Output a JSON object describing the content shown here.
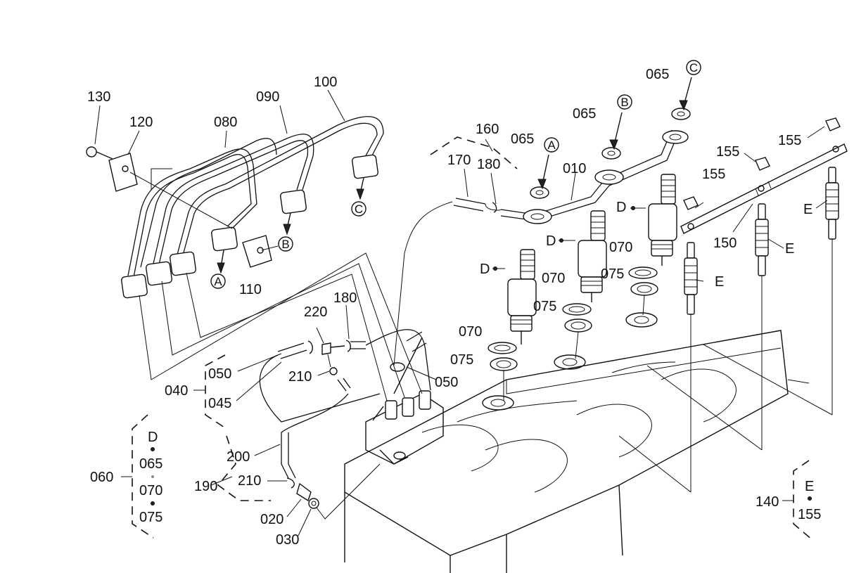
{
  "labels": {
    "p010": "010",
    "p020": "020",
    "p030": "030",
    "p040": "040",
    "p045": "045",
    "p050a": "050",
    "p050b": "050",
    "p060": "060",
    "p065a": "065",
    "p065b": "065",
    "p065c": "065",
    "p070a": "070",
    "p070b": "070",
    "p070c": "070",
    "p075a": "075",
    "p075b": "075",
    "p075c": "075",
    "p080": "080",
    "p090": "090",
    "p100": "100",
    "p110": "110",
    "p120": "120",
    "p130": "130",
    "p140": "140",
    "p150": "150",
    "p155a": "155",
    "p155b": "155",
    "p155c": "155",
    "p160": "160",
    "p170": "170",
    "p180a": "180",
    "p180b": "180",
    "p190": "190",
    "p200": "200",
    "p210a": "210",
    "p210b": "210",
    "p220": "220"
  },
  "callouts": {
    "A": "A",
    "B": "B",
    "C": "C",
    "D": "D",
    "E": "E"
  },
  "groups": {
    "g060": {
      "title": "D",
      "items": [
        "065",
        "070",
        "075"
      ]
    },
    "g140": {
      "title": "E",
      "items": [
        "155"
      ]
    }
  }
}
